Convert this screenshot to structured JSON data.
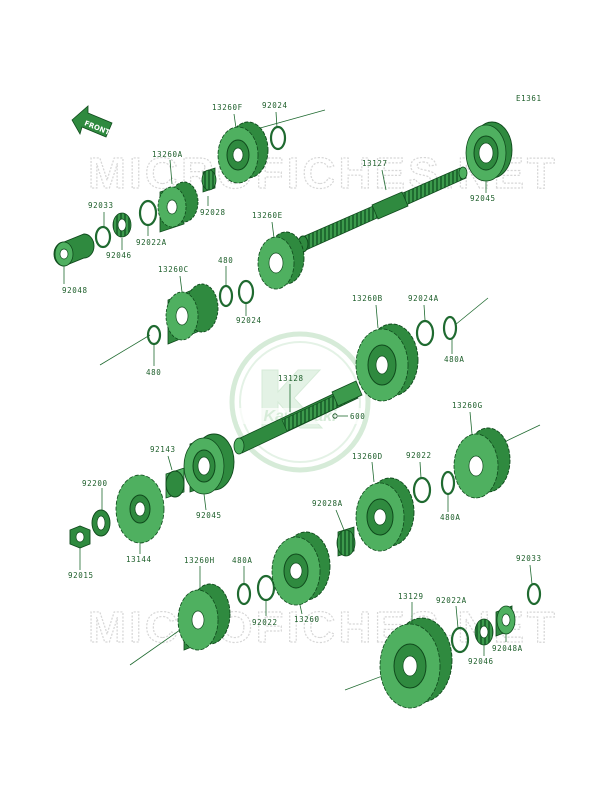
{
  "diagram_code": "E1361",
  "front_label": "FRONT",
  "watermark": {
    "text": "MICROFICHES.NET",
    "logo_text": "Kawasaki"
  },
  "colors": {
    "part": "#2f8a3f",
    "outline": "#0f4a1c",
    "label": "#1d5e2a",
    "watermark": "#d7d7d7"
  },
  "parts": [
    {
      "id": "92024-top",
      "label": "92024"
    },
    {
      "id": "13260F",
      "label": "13260F"
    },
    {
      "id": "13260A",
      "label": "13260A"
    },
    {
      "id": "92033-top",
      "label": "92033"
    },
    {
      "id": "92028",
      "label": "92028"
    },
    {
      "id": "92022A-top",
      "label": "92022A"
    },
    {
      "id": "92046-top",
      "label": "92046"
    },
    {
      "id": "92048",
      "label": "92048"
    },
    {
      "id": "13127",
      "label": "13127"
    },
    {
      "id": "92045-top",
      "label": "92045"
    },
    {
      "id": "13260E",
      "label": "13260E"
    },
    {
      "id": "480-top",
      "label": "480"
    },
    {
      "id": "13260C",
      "label": "13260C"
    },
    {
      "id": "92024-mid",
      "label": "92024"
    },
    {
      "id": "480-mid",
      "label": "480"
    },
    {
      "id": "13260B",
      "label": "13260B"
    },
    {
      "id": "92024A",
      "label": "92024A"
    },
    {
      "id": "480A-top",
      "label": "480A"
    },
    {
      "id": "13128",
      "label": "13128"
    },
    {
      "id": "600",
      "label": "600"
    },
    {
      "id": "92143",
      "label": "92143"
    },
    {
      "id": "13260G",
      "label": "13260G"
    },
    {
      "id": "92022-mid",
      "label": "92022"
    },
    {
      "id": "13260D",
      "label": "13260D"
    },
    {
      "id": "92200",
      "label": "92200"
    },
    {
      "id": "92045-mid",
      "label": "92045"
    },
    {
      "id": "480A-mid",
      "label": "480A"
    },
    {
      "id": "92028A",
      "label": "92028A"
    },
    {
      "id": "92015",
      "label": "92015"
    },
    {
      "id": "13144",
      "label": "13144"
    },
    {
      "id": "13260H",
      "label": "13260H"
    },
    {
      "id": "480A-low",
      "label": "480A"
    },
    {
      "id": "92022-low",
      "label": "92022"
    },
    {
      "id": "13260",
      "label": "13260"
    },
    {
      "id": "92033-low",
      "label": "92033"
    },
    {
      "id": "13129",
      "label": "13129"
    },
    {
      "id": "92022A-low",
      "label": "92022A"
    },
    {
      "id": "92048A",
      "label": "92048A"
    },
    {
      "id": "92046-low",
      "label": "92046"
    }
  ]
}
